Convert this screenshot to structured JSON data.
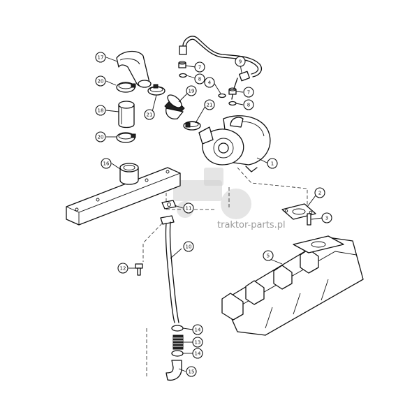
{
  "watermark": {
    "text": "traktor-parts.pl"
  },
  "callouts": [
    {
      "id": "1",
      "label": "1"
    },
    {
      "id": "2",
      "label": "2"
    },
    {
      "id": "3",
      "label": "3"
    },
    {
      "id": "4",
      "label": "4"
    },
    {
      "id": "5",
      "label": "5"
    },
    {
      "id": "7a",
      "label": "7"
    },
    {
      "id": "7b",
      "label": "7"
    },
    {
      "id": "8a",
      "label": "8"
    },
    {
      "id": "8b",
      "label": "8"
    },
    {
      "id": "9",
      "label": "9"
    },
    {
      "id": "10",
      "label": "10"
    },
    {
      "id": "11",
      "label": "11"
    },
    {
      "id": "12",
      "label": "12"
    },
    {
      "id": "13",
      "label": "13"
    },
    {
      "id": "14a",
      "label": "14"
    },
    {
      "id": "14b",
      "label": "14"
    },
    {
      "id": "15",
      "label": "15"
    },
    {
      "id": "16",
      "label": "16"
    },
    {
      "id": "17",
      "label": "17"
    },
    {
      "id": "18",
      "label": "18"
    },
    {
      "id": "19",
      "label": "19"
    },
    {
      "id": "20a",
      "label": "20"
    },
    {
      "id": "20b",
      "label": "20"
    },
    {
      "id": "21a",
      "label": "21"
    },
    {
      "id": "21b",
      "label": "21"
    }
  ]
}
